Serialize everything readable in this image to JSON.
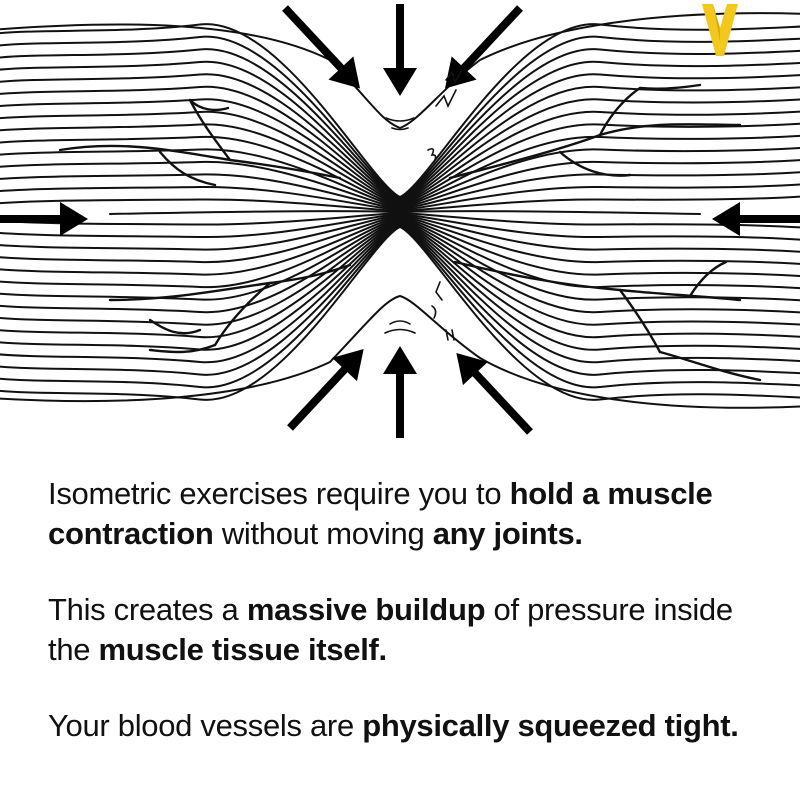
{
  "caption": {
    "paragraphs": [
      [
        {
          "text": "Isometric exercises require you to ",
          "bold": false
        },
        {
          "text": "hold a muscle contraction",
          "bold": true
        },
        {
          "text": " without moving ",
          "bold": false
        },
        {
          "text": "any joints.",
          "bold": true
        }
      ],
      [
        {
          "text": "This creates a ",
          "bold": false
        },
        {
          "text": "massive buildup",
          "bold": true
        },
        {
          "text": " of pressure inside the ",
          "bold": false
        },
        {
          "text": "muscle tissue itself.",
          "bold": true
        }
      ],
      [
        {
          "text": "Your blood vessels are ",
          "bold": false
        },
        {
          "text": "physically squeezed tight.",
          "bold": true
        }
      ]
    ]
  },
  "illustration": {
    "subject": "muscle-fiber-bundle",
    "pressure_arrows": [
      "top-left",
      "top",
      "top-right",
      "left",
      "right",
      "bottom-left",
      "bottom",
      "bottom-right"
    ],
    "colors": {
      "stroke": "#111111",
      "background": "#ffffff"
    }
  },
  "brand": {
    "logo_icon": "v-logo-icon",
    "color": "#f2c81e"
  }
}
